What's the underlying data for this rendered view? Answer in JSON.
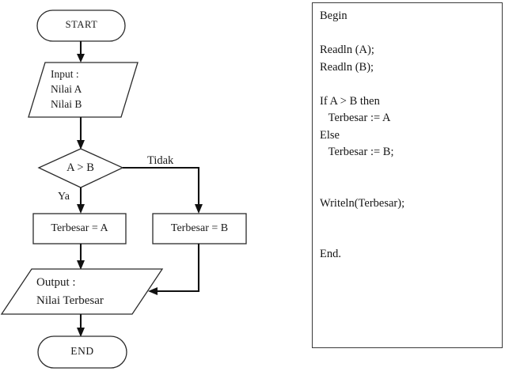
{
  "page": {
    "title": "Flowchart dan kode program mencari nilai terbesar",
    "background": "#ffffff",
    "line_color": "#111111",
    "shape_stroke": "#2b2b2b",
    "text_color": "#151515"
  },
  "flowchart": {
    "nodes": {
      "start": {
        "label": "START",
        "shape": "terminator"
      },
      "input": {
        "label": "Input :\nNilai A\nNilai B",
        "shape": "parallelogram"
      },
      "decision": {
        "label": "A > B",
        "shape": "diamond"
      },
      "process_true": {
        "label": "Terbesar = A",
        "shape": "rectangle"
      },
      "process_false": {
        "label": "Terbesar = B",
        "shape": "rectangle"
      },
      "output": {
        "label": "Output :\nNilai Terbesar",
        "shape": "parallelogram"
      },
      "end": {
        "label": "END",
        "shape": "terminator"
      }
    },
    "branch_labels": {
      "yes": "Ya",
      "no": "Tidak"
    }
  },
  "code_panel": {
    "lines": [
      "Begin",
      "",
      "Readln (A);",
      "Readln (B);",
      "",
      "If A > B then",
      "   Terbesar := A",
      "Else",
      "   Terbesar := B;",
      "",
      "",
      "Writeln(Terbesar);",
      "",
      "",
      "End."
    ]
  }
}
